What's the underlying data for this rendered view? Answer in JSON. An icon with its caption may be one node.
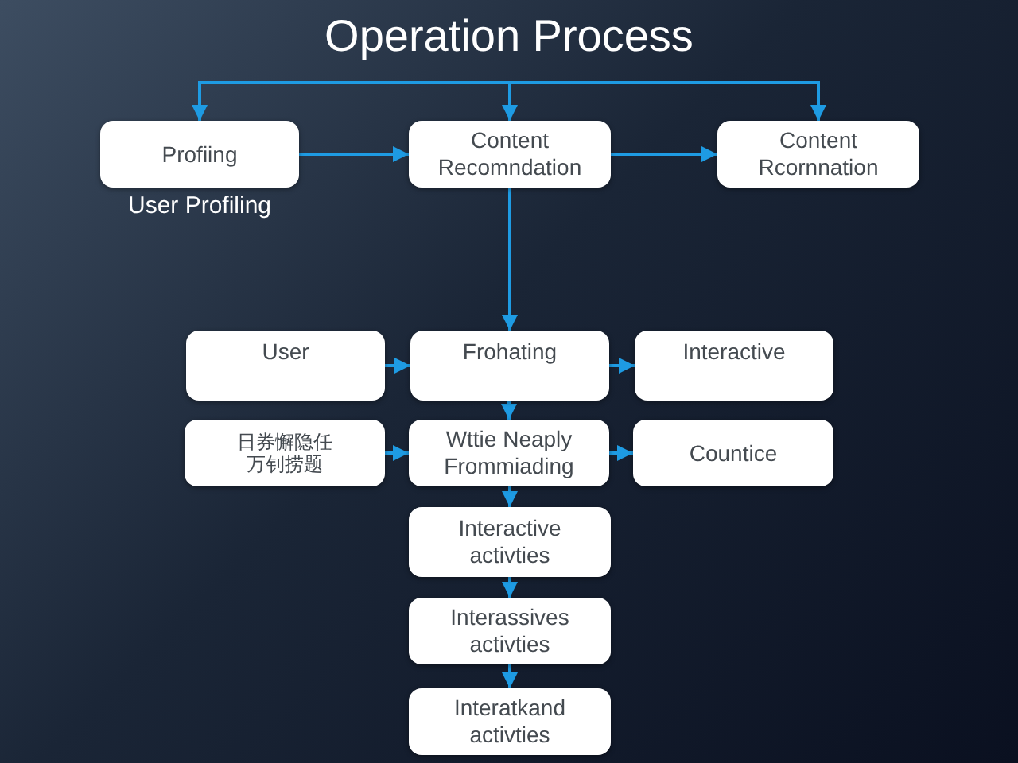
{
  "diagram": {
    "title": "Operation Process",
    "nodes": [
      {
        "text": [
          "Profiing"
        ],
        "beside": [
          "User Profiling"
        ]
      },
      {
        "text": [
          "Content Recomndation"
        ]
      },
      {
        "text": [
          "Content Rcornnation"
        ]
      },
      {
        "text": [
          "User"
        ]
      },
      {
        "text": [
          "Frohating"
        ]
      },
      {
        "text": [
          "Interactive"
        ]
      },
      {
        "text": [
          "日券懈隐任万钊捞题"
        ]
      },
      {
        "text": [
          "Wttie Neaply Frommiading"
        ]
      },
      {
        "text": [
          "Countice"
        ]
      },
      {
        "text": [
          "Interactive activties"
        ]
      },
      {
        "text": [
          "Interassives activties"
        ]
      },
      {
        "text": [
          "Interatkand activties"
        ]
      }
    ],
    "edges": [
      {
        "from": null,
        "to": 0,
        "arrow": "to"
      },
      {
        "from": null,
        "to": 1,
        "arrow": "to"
      },
      {
        "from": null,
        "to": 2,
        "arrow": "to"
      },
      {
        "from": 0,
        "to": 1,
        "arrow": "to"
      },
      {
        "from": 1,
        "to": 2,
        "arrow": "to"
      },
      {
        "from": 1,
        "to": 4,
        "arrow": "to"
      },
      {
        "from": 3,
        "to": 4,
        "arrow": "to"
      },
      {
        "from": 4,
        "to": 5,
        "arrow": "to"
      },
      {
        "from": 4,
        "to": 7,
        "arrow": "to"
      },
      {
        "from": 6,
        "to": 7,
        "arrow": "to"
      },
      {
        "from": 7,
        "to": 8,
        "arrow": "to"
      },
      {
        "from": 7,
        "to": 9,
        "arrow": "to"
      },
      {
        "from": 9,
        "to": 10,
        "arrow": "to"
      },
      {
        "from": 10,
        "to": 11,
        "arrow": "to"
      }
    ]
  }
}
